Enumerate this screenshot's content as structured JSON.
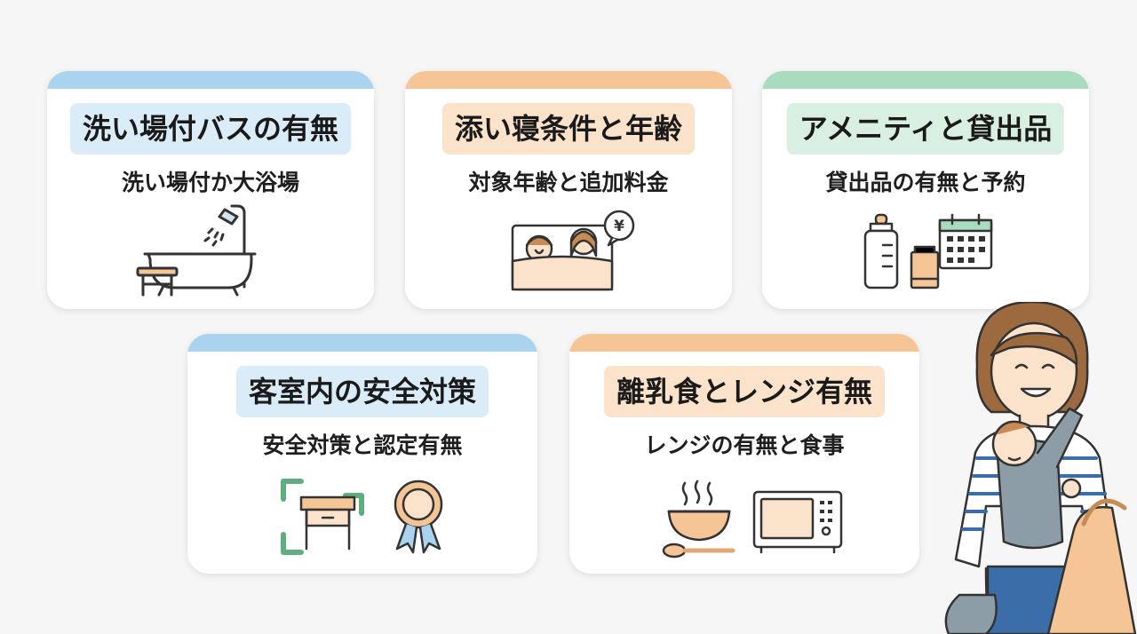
{
  "cards": [
    {
      "title": "洗い場付バスの有無",
      "subtitle": "洗い場付か大浴場",
      "icon": "bathtub-shower-icon",
      "accent": "#a9d3ef"
    },
    {
      "title": "添い寝条件と年齢",
      "subtitle": "対象年齢と追加料金",
      "icon": "co-sleeping-icon",
      "accent": "#f6c596"
    },
    {
      "title": "アメニティと貸出品",
      "subtitle": "貸出品の有無と予約",
      "icon": "amenities-icon",
      "accent": "#a9dbbf"
    },
    {
      "title": "客室内の安全対策",
      "subtitle": "安全対策と認定有無",
      "icon": "safety-icon",
      "accent": "#a9d3ef"
    },
    {
      "title": "離乳食とレンジ有無",
      "subtitle": "レンジの有無と食事",
      "icon": "baby-food-microwave-icon",
      "accent": "#f6c596"
    }
  ],
  "yen_symbol": "¥"
}
